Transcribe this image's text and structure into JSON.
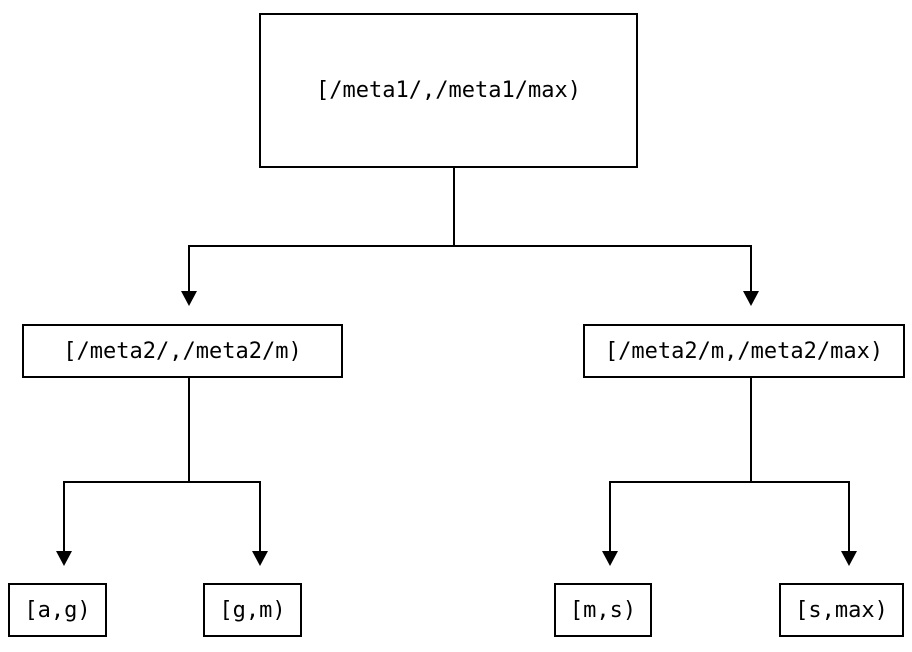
{
  "diagram": {
    "type": "tree",
    "description": "range-partition-tree",
    "colors": {
      "line": "#000000",
      "text": "#000000",
      "background": "#ffffff"
    },
    "nodes": {
      "root": {
        "label": "[/meta1/,/meta1/max)"
      },
      "left": {
        "label": "[/meta2/,/meta2/m)"
      },
      "right": {
        "label": "[/meta2/m,/meta2/max)"
      },
      "leaf_ag": {
        "label": "[a,g)"
      },
      "leaf_gm": {
        "label": "[g,m)"
      },
      "leaf_ms": {
        "label": "[m,s)"
      },
      "leaf_smax": {
        "label": "[s,max)"
      }
    },
    "edges": [
      {
        "from": "root",
        "to": "left"
      },
      {
        "from": "root",
        "to": "right"
      },
      {
        "from": "left",
        "to": "leaf_ag"
      },
      {
        "from": "left",
        "to": "leaf_gm"
      },
      {
        "from": "right",
        "to": "leaf_ms"
      },
      {
        "from": "right",
        "to": "leaf_smax"
      }
    ]
  }
}
